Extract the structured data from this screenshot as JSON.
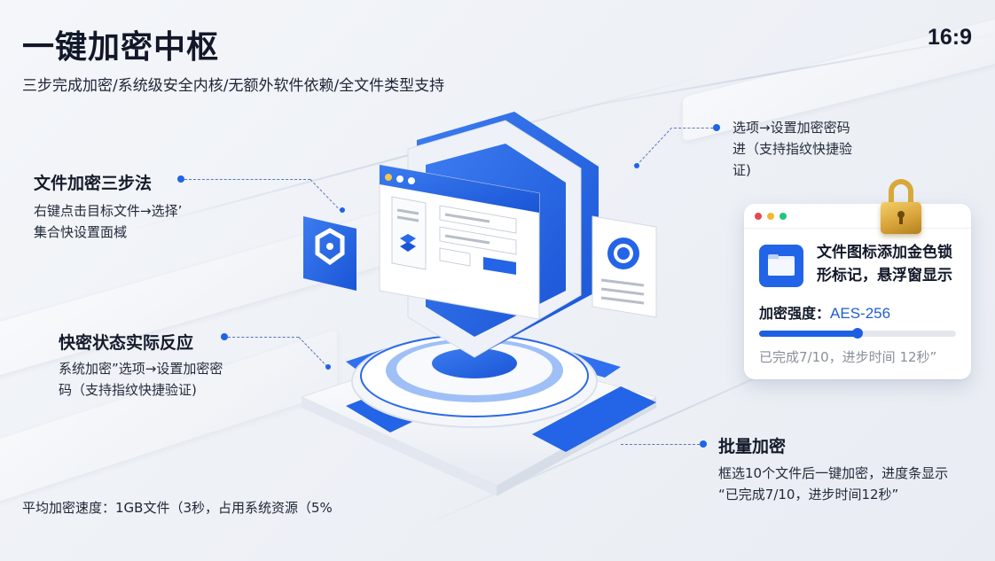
{
  "header": {
    "title": "一键加密中枢",
    "subtitle": "三步完成加密/系统级安全内核/无额外软件依赖/全文件类型支持",
    "aspect_ratio": "16:9"
  },
  "callouts": {
    "three_steps": {
      "title": "文件加密三步法",
      "body_line1": "右键点击目标文件→选择’",
      "body_line2": "集合快设置面棫"
    },
    "status": {
      "title": "快密状态实际反应",
      "body_line1": "系统加密”选项→设置加密密",
      "body_line2": "码（支持指纹快捷验证)"
    },
    "top_right": {
      "body_line1": "选项→设置加密密码",
      "body_line2": "进（支持指纹快捷验",
      "body_line3": "证)"
    },
    "batch": {
      "title": "批量加密",
      "body_line1": "框选10个文件后一键加密，进度条显示",
      "body_line2": "“已完成7/10，进步时间12秒”"
    }
  },
  "panel": {
    "traffic_lights": [
      "#e5484d",
      "#f2b632",
      "#1fc77e"
    ],
    "icon": "folder-icon",
    "badge_icon": "padlock-icon",
    "description_line1": "文件图标添加金色锁",
    "description_line2": "形标记，悬浮窗显示",
    "strength_label": "加密强度：",
    "strength_value": "AES-256",
    "progress_percent": 50,
    "status": "已完成7/10，进步时间 12秒”"
  },
  "footer": {
    "stats": "平均加密速度：1GB文件（3秒，占用系统资源（5%"
  },
  "illustration": {
    "center": "browser-window-shield",
    "left_tile_icon": "shield-icon",
    "right_card_icon": "document-ring-icon",
    "base": "circular-platform"
  },
  "colors": {
    "accent": "#1f63e6",
    "text_dark": "#141a2a",
    "gold": "#d9a43a",
    "muted": "#8a8f99"
  }
}
